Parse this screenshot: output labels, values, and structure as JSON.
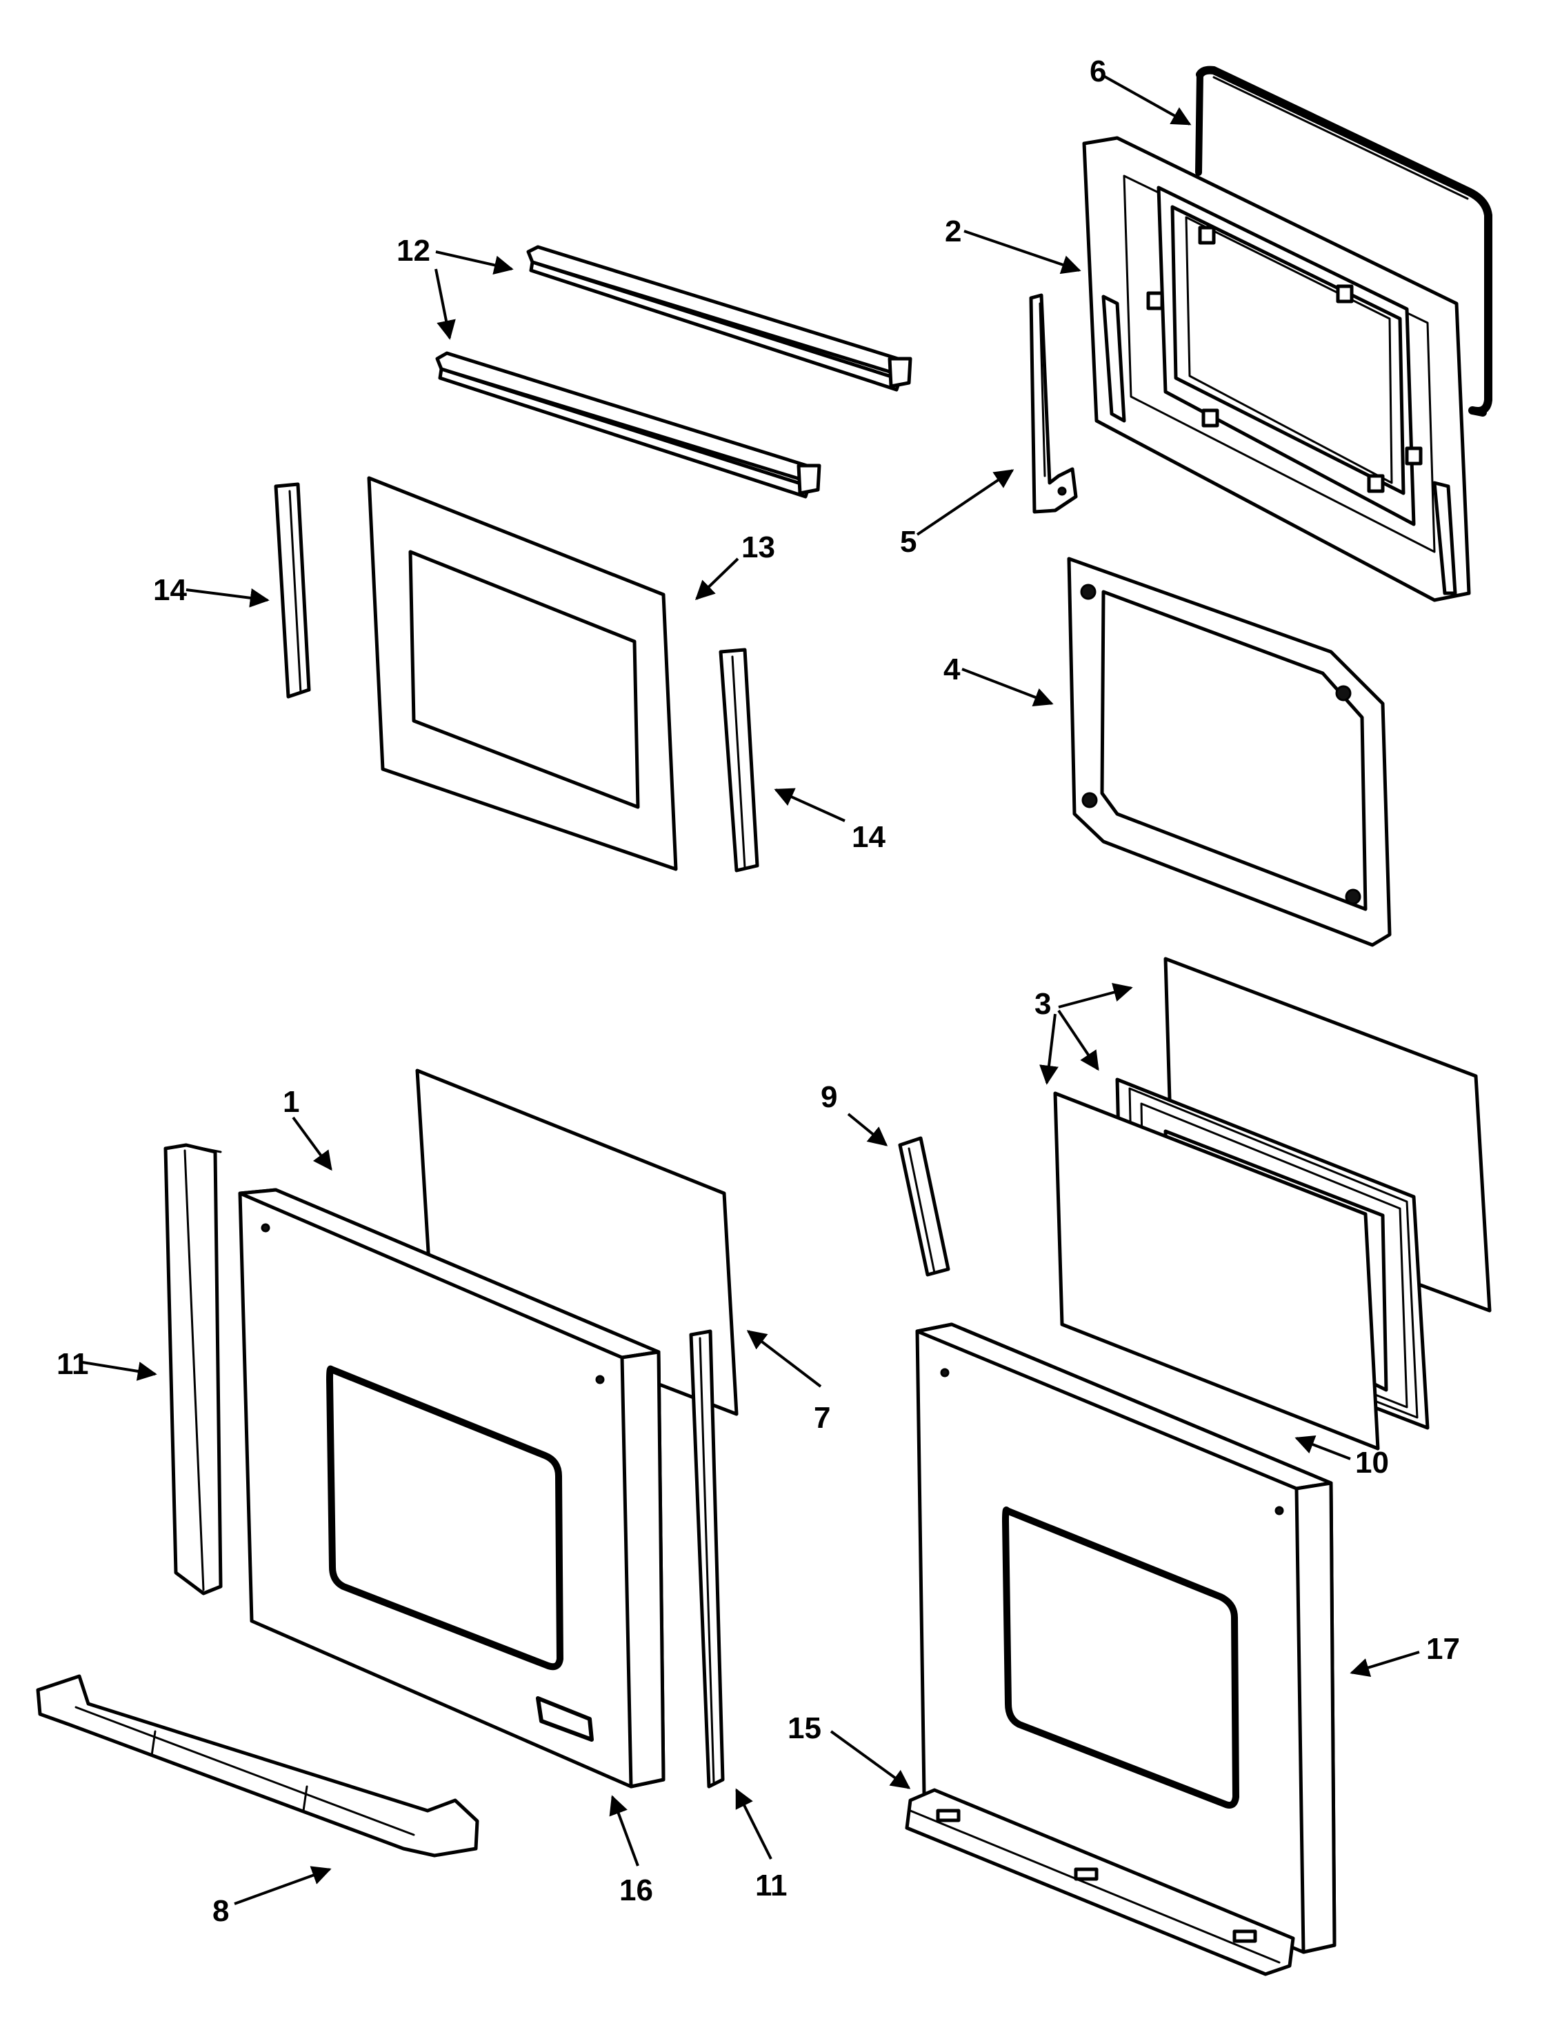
{
  "diagram": {
    "callouts": [
      {
        "id": "label-1",
        "text": "1"
      },
      {
        "id": "label-2",
        "text": "2"
      },
      {
        "id": "label-3",
        "text": "3"
      },
      {
        "id": "label-4",
        "text": "4"
      },
      {
        "id": "label-5",
        "text": "5"
      },
      {
        "id": "label-6",
        "text": "6"
      },
      {
        "id": "label-7",
        "text": "7"
      },
      {
        "id": "label-8",
        "text": "8"
      },
      {
        "id": "label-9",
        "text": "9"
      },
      {
        "id": "label-10",
        "text": "10"
      },
      {
        "id": "label-11a",
        "text": "11"
      },
      {
        "id": "label-11b",
        "text": "11"
      },
      {
        "id": "label-12",
        "text": "12"
      },
      {
        "id": "label-13",
        "text": "13"
      },
      {
        "id": "label-14a",
        "text": "14"
      },
      {
        "id": "label-14b",
        "text": "14"
      },
      {
        "id": "label-15",
        "text": "15"
      },
      {
        "id": "label-16",
        "text": "16"
      },
      {
        "id": "label-17",
        "text": "17"
      }
    ]
  }
}
